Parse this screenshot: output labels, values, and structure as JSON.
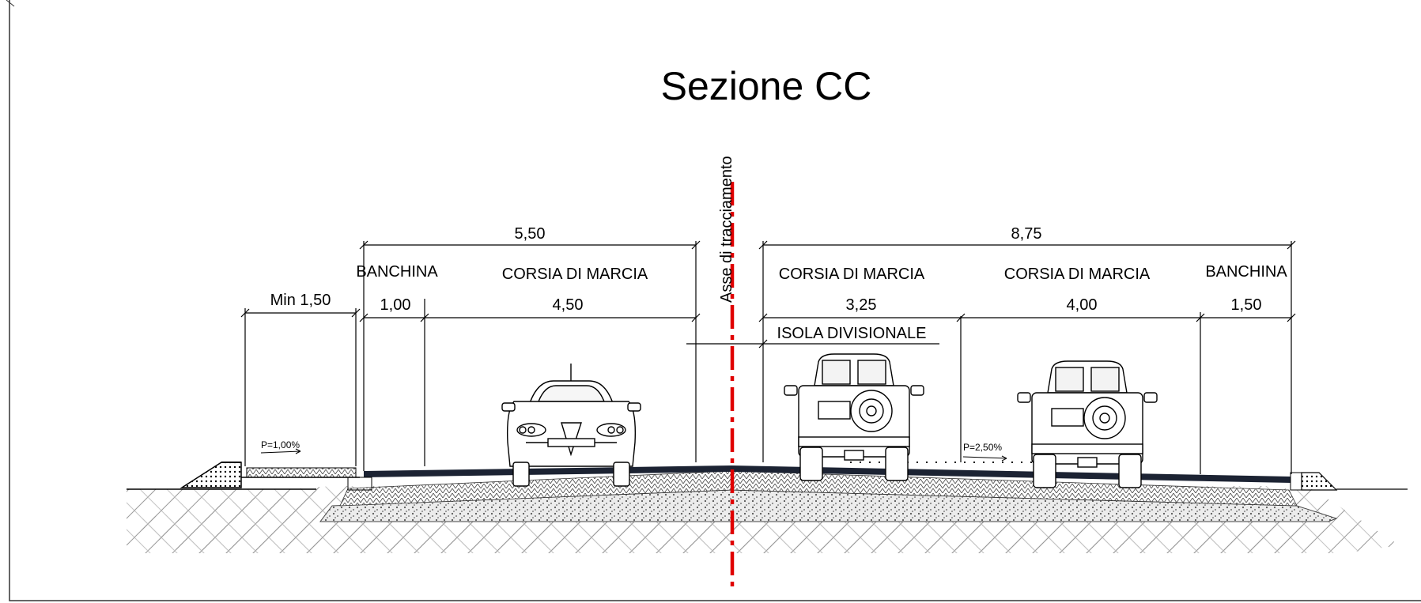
{
  "title": "Sezione CC",
  "axis_label": "Asse di tracciamento",
  "dimensions": {
    "left_total": "5,50",
    "right_total": "8,75",
    "sidewalk": "Min 1,50",
    "left_shoulder": "1,00",
    "left_lane": "4,50",
    "right_lane_1": "3,25",
    "right_lane_2": "4,00",
    "right_shoulder": "1,50"
  },
  "labels": {
    "left_shoulder": "BANCHINA",
    "left_lane": "CORSIA DI MARCIA",
    "right_lane_1": "CORSIA DI MARCIA",
    "right_lane_2": "CORSIA DI MARCIA",
    "right_shoulder": "BANCHINA",
    "median": "ISOLA DIVISIONALE"
  },
  "slopes": {
    "sidewalk": "P=1,00%",
    "road": "P=2,50%"
  },
  "colors": {
    "axis": "#e00000",
    "asphalt": "#1c2333",
    "line": "#000000"
  }
}
